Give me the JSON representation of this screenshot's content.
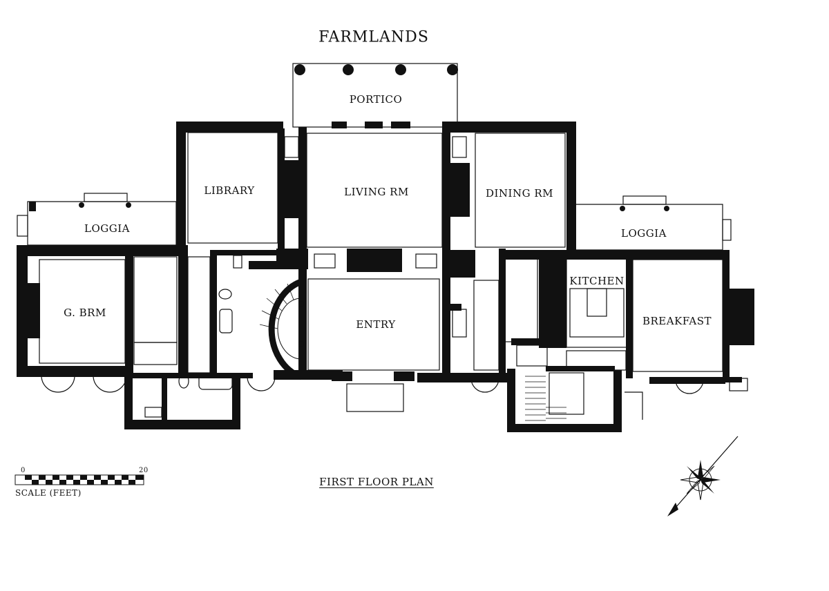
{
  "title": "FARMLANDS",
  "subtitle": "FIRST FLOOR PLAN",
  "rooms": {
    "portico": "PORTICO",
    "library": "LIBRARY",
    "living": "LIVING RM",
    "dining": "DINING RM",
    "loggia_left": "LOGGIA",
    "loggia_right": "LOGGIA",
    "guest_bedroom": "G. BRM",
    "entry": "ENTRY",
    "kitchen": "KITCHEN",
    "breakfast": "BREAKFAST"
  },
  "scale": {
    "label": "SCALE (FEET)",
    "start": "0",
    "end": "20"
  },
  "icons": {
    "compass": "compass-rose-icon"
  }
}
